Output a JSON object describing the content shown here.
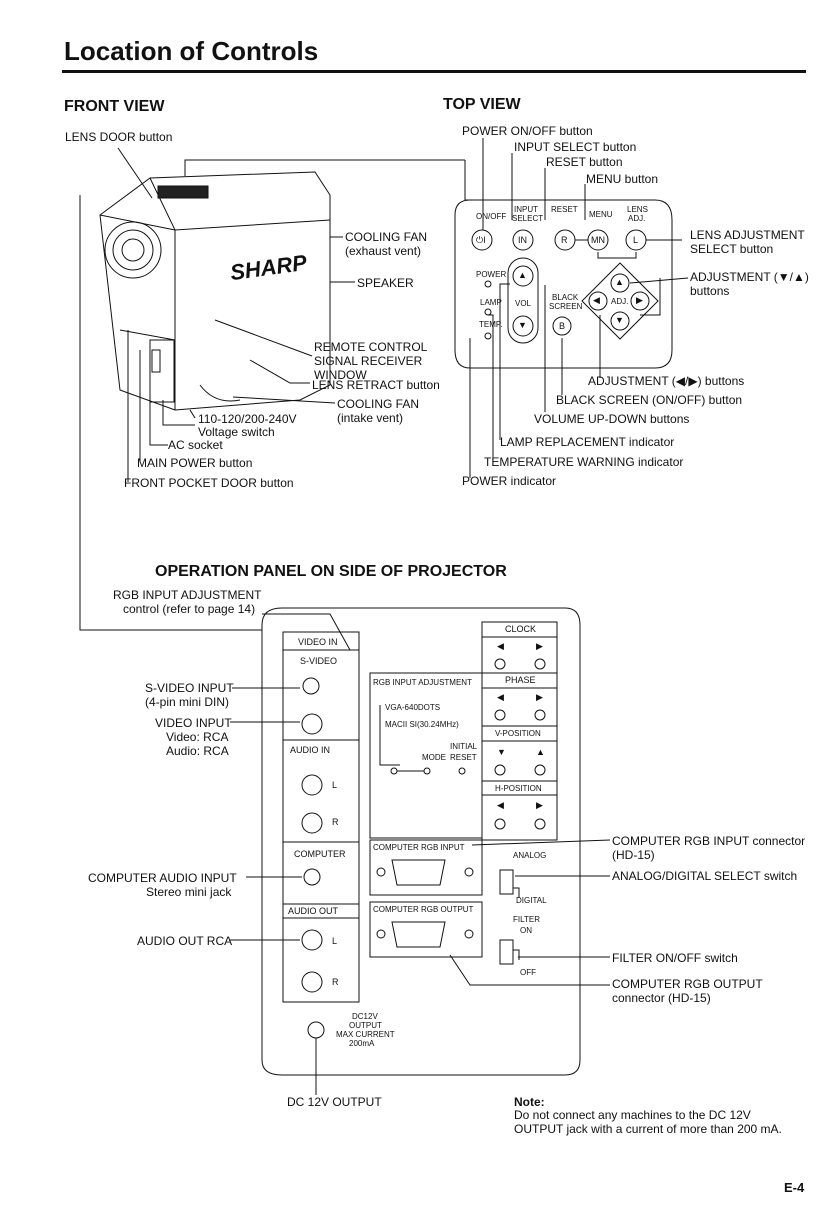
{
  "page_title": "Location of Controls",
  "front_view": {
    "heading": "FRONT VIEW",
    "lens_door": "LENS DOOR button",
    "brand": "SHARP",
    "cooling_fan_exhaust_1": "COOLING FAN",
    "cooling_fan_exhaust_2": "(exhaust vent)",
    "speaker": "SPEAKER",
    "remote_1": "REMOTE CONTROL",
    "remote_2": "SIGNAL RECEIVER",
    "remote_3": "WINDOW",
    "lens_retract": "LENS RETRACT button",
    "cooling_fan_intake_1": "COOLING FAN",
    "cooling_fan_intake_2": "(intake vent)",
    "voltage_1": "110-120/200-240V",
    "voltage_2": "Voltage switch",
    "ac_socket": "AC socket",
    "main_power": "MAIN POWER button",
    "front_pocket": "FRONT POCKET DOOR button"
  },
  "top_view": {
    "heading": "TOP VIEW",
    "power_onoff": "POWER ON/OFF button",
    "input_select": "INPUT SELECT button",
    "reset": "RESET button",
    "menu": "MENU button",
    "lens_adj_1": "LENS ADJUSTMENT",
    "lens_adj_2": "SELECT button",
    "adj_updown_1": "ADJUSTMENT (▼/▲)",
    "adj_updown_2": "buttons",
    "adj_lr": "ADJUSTMENT (◀/▶) buttons",
    "black_screen": "BLACK SCREEN (ON/OFF) button",
    "volume": "VOLUME UP-DOWN buttons",
    "lamp": "LAMP REPLACEMENT indicator",
    "temp": "TEMPERATURE WARNING indicator",
    "power_ind": "POWER indicator",
    "panel": {
      "onoff": "ON/OFF",
      "input": "INPUT",
      "select": "SELECT",
      "reset": "RESET",
      "menu": "MENU",
      "lens": "LENS",
      "adj": "ADJ.",
      "btn_onoff": "⏻I",
      "btn_in": "IN",
      "btn_r": "R",
      "btn_mn": "MN",
      "btn_l": "L",
      "power": "POWER",
      "lamp": "LAMP",
      "temp": "TEMP.",
      "vol": "VOL",
      "black": "BLACK",
      "screen": "SCREEN",
      "btn_b": "B",
      "adj_center": "ADJ."
    }
  },
  "operation_panel": {
    "heading": "OPERATION PANEL ON SIDE OF PROJECTOR",
    "rgb_adj_1": "RGB INPUT ADJUSTMENT",
    "rgb_adj_2": "control (refer to page 14)",
    "svideo_1": "S-VIDEO INPUT",
    "svideo_2": "(4-pin mini DIN)",
    "video_1": "VIDEO INPUT",
    "video_2": "Video: RCA",
    "video_3": "Audio: RCA",
    "comp_audio_1": "COMPUTER AUDIO INPUT",
    "comp_audio_2": "Stereo mini jack",
    "audio_out": "AUDIO OUT RCA",
    "comp_rgb_in_1": "COMPUTER RGB INPUT connector",
    "comp_rgb_in_2": "(HD-15)",
    "analog_digital": "ANALOG/DIGITAL SELECT switch",
    "filter": "FILTER ON/OFF switch",
    "comp_rgb_out_1": "COMPUTER RGB OUTPUT",
    "comp_rgb_out_2": "connector (HD-15)",
    "dc_output": "DC 12V OUTPUT",
    "panel": {
      "video_in": "VIDEO IN",
      "s_video": "S-VIDEO",
      "audio_in": "AUDIO IN",
      "l": "L",
      "r": "R",
      "computer": "COMPUTER",
      "audio_out": "AUDIO OUT",
      "dc1": "DC12V",
      "dc2": "OUTPUT",
      "dc3": "MAX CURRENT",
      "dc4": "200mA",
      "rgb_adj": "RGB INPUT ADJUSTMENT",
      "vga": "VGA-640DOTS",
      "mac": "MACII SI(30.24MHz)",
      "mode": "MODE",
      "initial": "INITIAL",
      "reset": "RESET",
      "clock": "CLOCK",
      "phase": "PHASE",
      "vpos": "V-POSITION",
      "hpos": "H-POSITION",
      "comp_rgb_in": "COMPUTER RGB INPUT",
      "comp_rgb_out": "COMPUTER RGB OUTPUT",
      "analog": "ANALOG",
      "digital": "DIGITAL",
      "filter": "FILTER",
      "on": "ON",
      "off": "OFF"
    }
  },
  "note": {
    "label": "Note:",
    "line1": "Do not connect any machines to the DC 12V",
    "line2": "OUTPUT jack with a current of more than 200 mA."
  },
  "page_number": "E-4"
}
